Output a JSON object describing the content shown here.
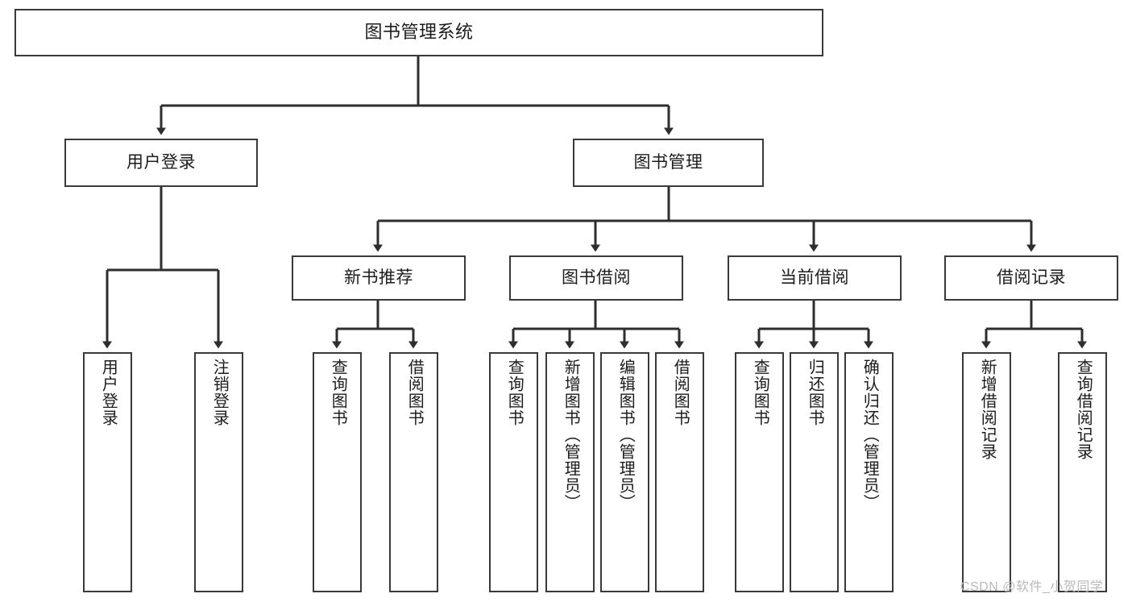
{
  "diagram": {
    "title": "图书管理系统",
    "type": "tree-hierarchy-diagram",
    "colors": {
      "box_border": "#3a3a3a",
      "box_fill": "#ffffff",
      "connector": "#2e2e2e",
      "text": "#1c1c1c",
      "watermark": "#b9b9b9",
      "background": "#ffffff"
    },
    "root": {
      "label": "图书管理系统"
    },
    "level2": [
      {
        "label": "用户登录"
      },
      {
        "label": "图书管理"
      }
    ],
    "level3": [
      {
        "label": "新书推荐"
      },
      {
        "label": "图书借阅"
      },
      {
        "label": "当前借阅"
      },
      {
        "label": "借阅记录"
      }
    ],
    "leaves": {
      "user_login": [
        {
          "label": "用户登录"
        },
        {
          "label": "注销登录"
        }
      ],
      "new_book_recommend": [
        {
          "label": "查询图书"
        },
        {
          "label": "借阅图书"
        }
      ],
      "book_borrow": [
        {
          "label": "查询图书"
        },
        {
          "label": "新增图书（管理员）"
        },
        {
          "label": "编辑图书（管理员）"
        },
        {
          "label": "借阅图书"
        }
      ],
      "current_borrow": [
        {
          "label": "查询图书"
        },
        {
          "label": "归还图书"
        },
        {
          "label": "确认归还（管理员）"
        }
      ],
      "borrow_record": [
        {
          "label": "新增借阅记录"
        },
        {
          "label": "查询借阅记录"
        }
      ]
    }
  },
  "watermark": {
    "text": "CSDN @软件_小贺同学"
  }
}
